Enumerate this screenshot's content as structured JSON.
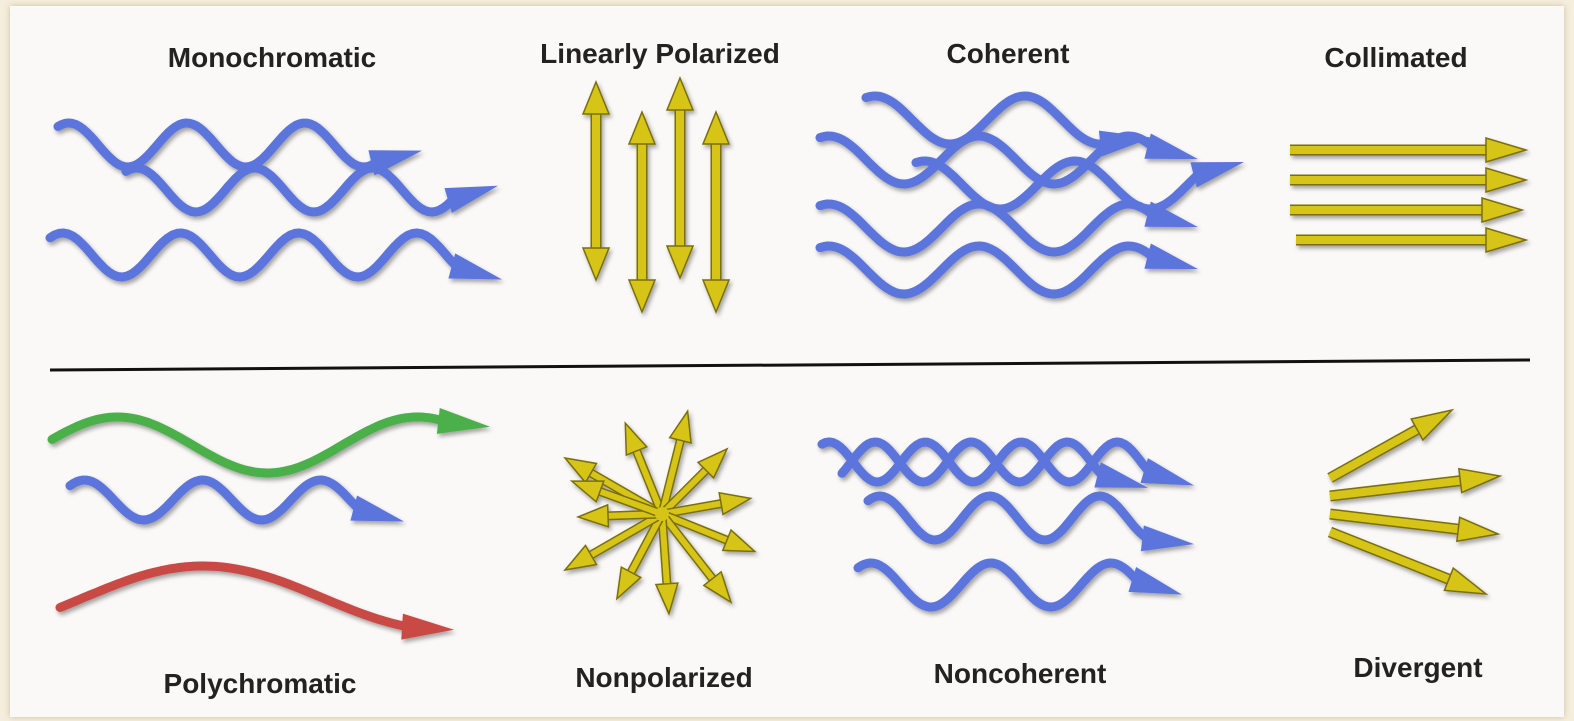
{
  "labels": {
    "monochromatic": "Monochromatic",
    "linearly_polarized": "Linearly Polarized",
    "coherent": "Coherent",
    "collimated": "Collimated",
    "polychromatic": "Polychromatic",
    "nonpolarized": "Nonpolarized",
    "noncoherent": "Noncoherent",
    "divergent": "Divergent"
  },
  "colors": {
    "blue_wave": "#5c74dd",
    "green_wave": "#4cb04a",
    "red_wave": "#c94a45",
    "yellow_arrow": "#d6c419",
    "yellow_outline": "#7a6e0a",
    "divider": "#111111",
    "background": "#f6eedd"
  }
}
